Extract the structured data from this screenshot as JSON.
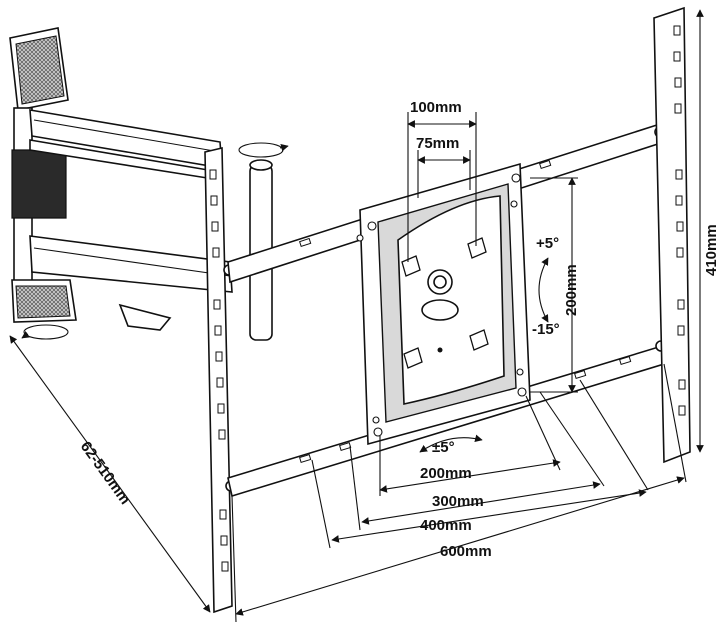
{
  "diagram": {
    "dimensions": {
      "vesa_small_width": "75mm",
      "vesa_medium_width": "100mm",
      "vesa_height": "200mm",
      "plate_width_200": "200mm",
      "rail_width_300": "300mm",
      "rail_width_400": "400mm",
      "rail_width_600": "600mm",
      "wall_plate_height": "410mm",
      "arm_extension": "62-510mm"
    },
    "tilt": {
      "up": "+5°",
      "down": "-15°"
    },
    "rotation": "±5°"
  }
}
